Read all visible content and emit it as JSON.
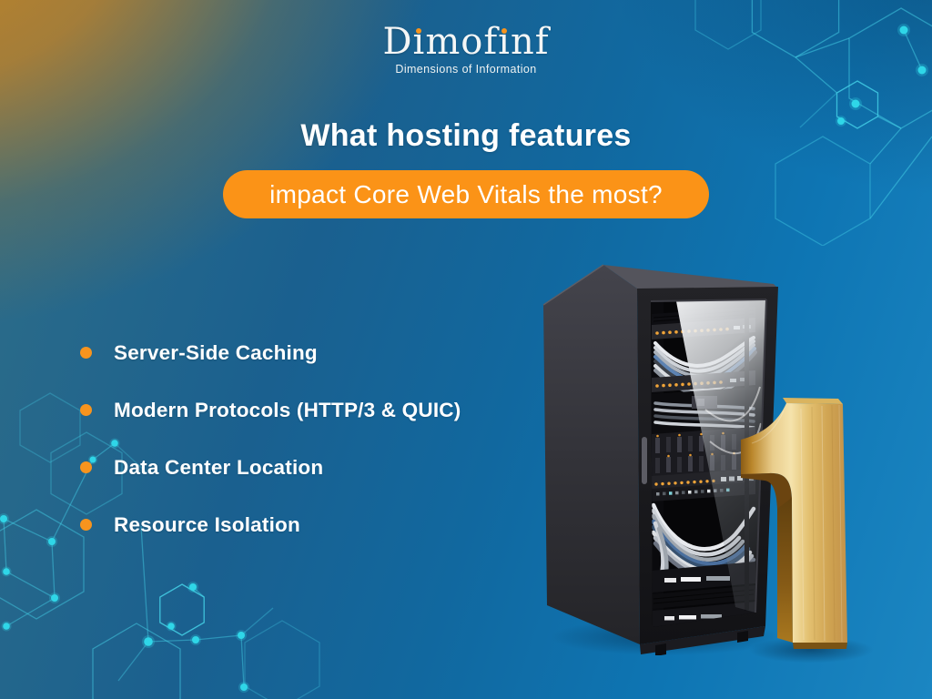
{
  "brand": {
    "wordmark": "Dimofinf",
    "tagline": "Dimensions of Information"
  },
  "headline": {
    "line1": "What hosting features",
    "line2": "impact Core Web Vitals the most?"
  },
  "features": [
    {
      "label": "Server-Side Caching"
    },
    {
      "label": "Modern Protocols (HTTP/3 & QUIC)"
    },
    {
      "label": "Data Center Location"
    },
    {
      "label": "Resource Isolation"
    }
  ],
  "palette": {
    "accent_orange": "#F7941E",
    "pill_orange": "#FB9317",
    "cyan_pattern": "#3ED2E8",
    "gold": "#D9B05E",
    "background_blue": "#0E75B3",
    "background_orange_glow": "#C98521"
  },
  "decor": {
    "bullet_icon": "orange-dot-icon",
    "corner_pattern": "hexagon-network-pattern",
    "illustration": "server-rack-with-golden-number-one"
  }
}
